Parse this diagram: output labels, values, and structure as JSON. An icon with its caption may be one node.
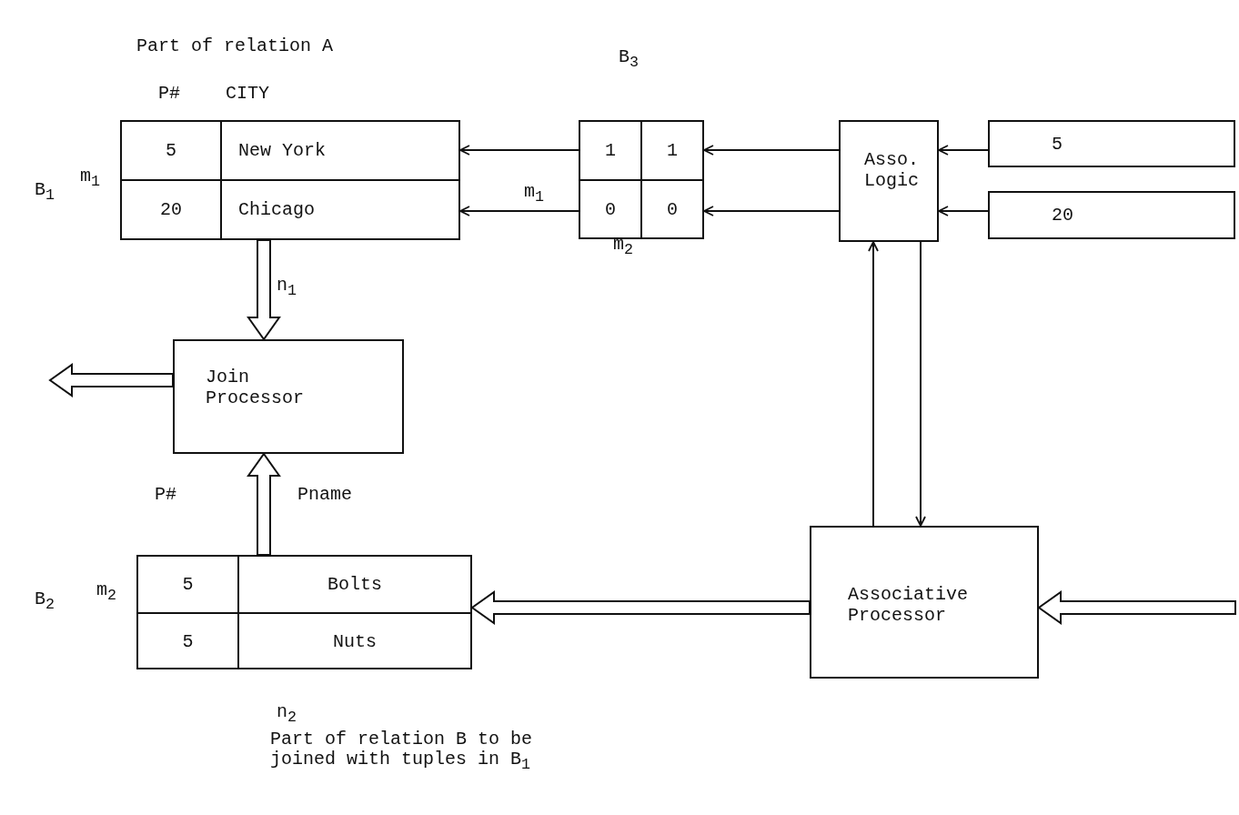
{
  "diagram": {
    "nodes": [
      {
        "text": [],
        "shape": "box"
      },
      {
        "text": [
          "5",
          "New York"
        ],
        "in": 0
      },
      {
        "text": [
          "20",
          "Chicago"
        ],
        "in": 0
      },
      {
        "text": [],
        "shape": "box"
      },
      {
        "text": [
          "1",
          "1"
        ],
        "in": 3
      },
      {
        "text": [
          "0",
          "0"
        ],
        "in": 3
      },
      {
        "text": [
          "Asso. Logic"
        ]
      },
      {
        "text": [
          "5"
        ]
      },
      {
        "text": [
          "20"
        ]
      },
      {
        "text": [
          "Join Processor"
        ]
      },
      {
        "text": [],
        "shape": "box"
      },
      {
        "text": [
          "5",
          "Bolts"
        ],
        "in": 10
      },
      {
        "text": [
          "5",
          "Nuts"
        ],
        "in": 10
      },
      {
        "text": [
          "Associative Processor"
        ]
      }
    ],
    "edges": [
      {
        "from": 4,
        "to": 1,
        "arrow": "to"
      },
      {
        "from": 5,
        "to": 2,
        "arrow": "to"
      },
      {
        "from": 6,
        "to": 4,
        "arrow": "to"
      },
      {
        "from": 6,
        "to": 5,
        "arrow": "to"
      },
      {
        "from": 7,
        "to": 6,
        "arrow": "to"
      },
      {
        "from": 8,
        "to": 6,
        "arrow": "to"
      },
      {
        "from": 0,
        "to": 9,
        "arrow": "to",
        "style": "thick"
      },
      {
        "from": 10,
        "to": 9,
        "arrow": "to",
        "style": "thick"
      },
      {
        "from": 9,
        "to": null,
        "arrow": "to",
        "style": "thick"
      },
      {
        "from": 13,
        "to": 10,
        "arrow": "to",
        "style": "thick"
      },
      {
        "from": null,
        "to": 13,
        "arrow": "to",
        "style": "thick"
      },
      {
        "from": 13,
        "to": 6,
        "arrow": "to"
      },
      {
        "from": 6,
        "to": 13,
        "arrow": "to"
      }
    ],
    "labels": [
      "Part of relation A",
      "B$_{3}$",
      "P#",
      "CITY",
      "B$_{1}$",
      "m$_{1}$",
      "m$_{1}$",
      "m$_{2}$",
      "n$_{1}$",
      "P#",
      "Pname",
      "B$_{2}$",
      "m$_{2}$",
      "n$_{2}$",
      "Part of relation B to be joined with tuples in B$_{1}$"
    ]
  }
}
